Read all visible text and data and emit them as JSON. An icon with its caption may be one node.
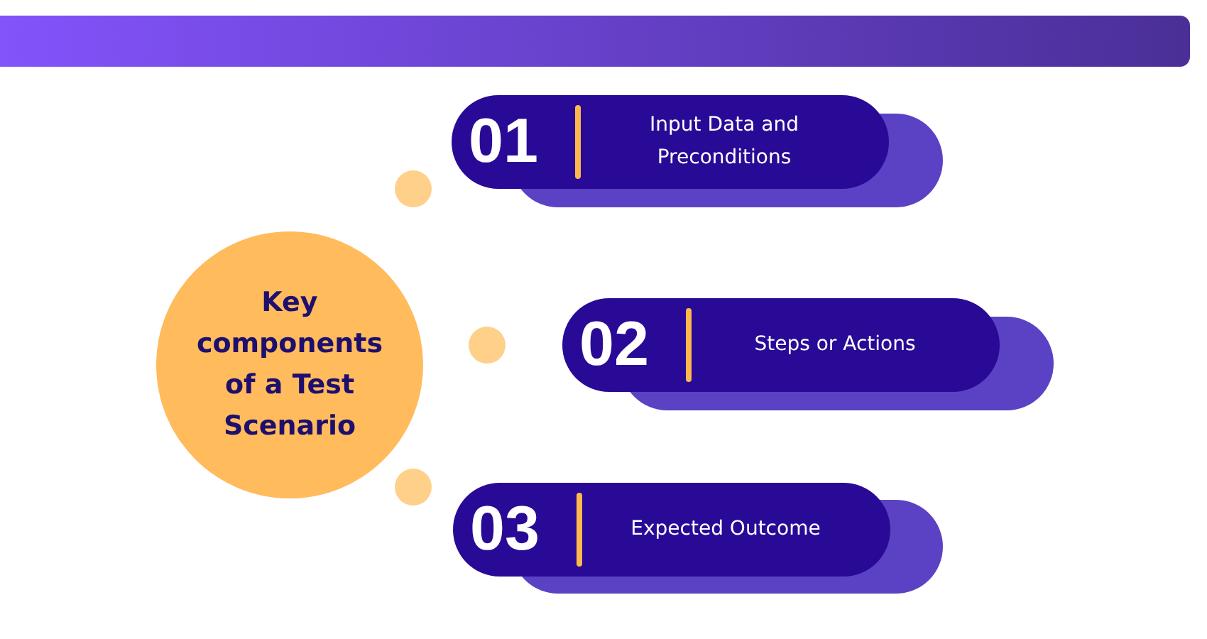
{
  "diagram": {
    "nodes": [
      {
        "text": [
          "Key components of a Test Scenario"
        ]
      },
      {
        "text": [
          "01",
          "Input Data and Preconditions"
        ]
      },
      {
        "text": [
          "02",
          "Steps or Actions"
        ]
      },
      {
        "text": [
          "03",
          "Expected Outcome"
        ]
      }
    ]
  }
}
